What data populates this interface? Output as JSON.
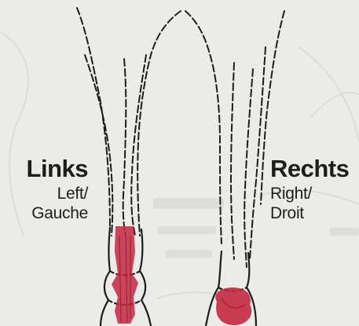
{
  "left": {
    "title": "Links",
    "line1": "Left/",
    "line2": "Gauche"
  },
  "right": {
    "title": "Rechts",
    "line1": "Right/",
    "line2": "Droit"
  },
  "colors": {
    "paper": "#ebebea",
    "ink": "#1d1d1d",
    "marking": "#c4283f"
  }
}
